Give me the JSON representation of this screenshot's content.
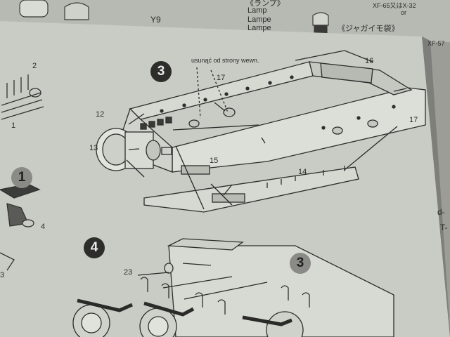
{
  "colors": {
    "page": "#c8cac4",
    "page_back": "#b6b8b2",
    "ink": "#2b2b29",
    "badge_dark": "#2d2e2c",
    "badge_gray": "#8a8b87"
  },
  "back_sheet": {
    "part_y9": "Y9",
    "lamp_jp": "《ランプ》",
    "lamp_en": "Lamp",
    "lamp_de": "Lampe",
    "lamp_fr": "Lampe",
    "paint_code": "XF-65又はX-32",
    "or": "or",
    "bag_jp": "《ジャガイモ袋》"
  },
  "main_sheet": {
    "paint_code": "XF-57",
    "step3": {
      "badge": "3",
      "annotation": "usunąć od strony wewn.",
      "parts": [
        "12",
        "13",
        "14",
        "15",
        "16",
        "17",
        "17"
      ]
    },
    "step4": {
      "badge": "4",
      "ref_badge": "3",
      "parts": [
        "23"
      ]
    },
    "left_strip": {
      "badge": "1",
      "parts": [
        "2",
        "1",
        "4",
        "3"
      ]
    },
    "right_edge": [
      "d-",
      "T-"
    ]
  }
}
